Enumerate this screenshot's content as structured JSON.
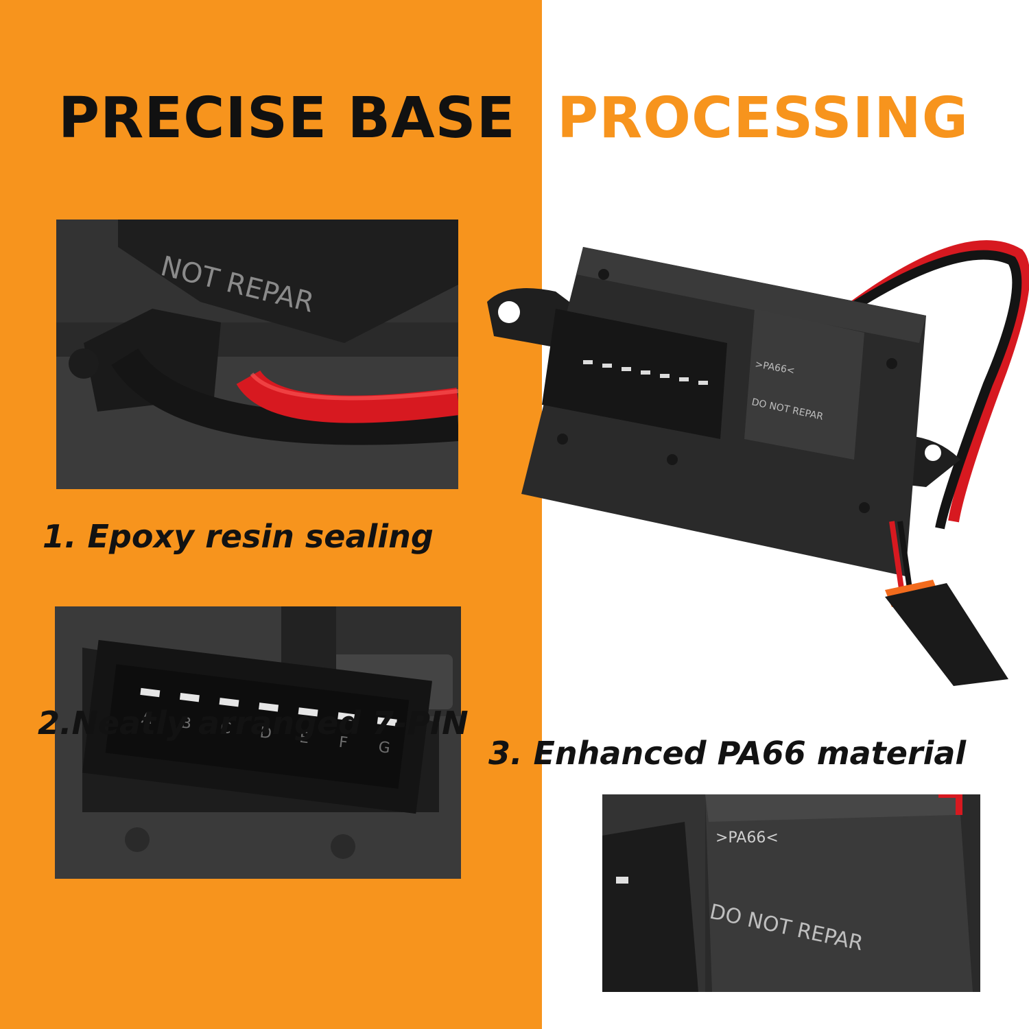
{
  "headline": {
    "part1": "PRECISE BASE",
    "part2": "PROCESSING",
    "color_dark": "#111111",
    "color_orange": "#f7941d"
  },
  "captions": {
    "epoxy": "1. Epoxy resin sealing",
    "pins": "2.Neatly arranged 7-PIN",
    "material": "3. Enhanced PA66 material"
  },
  "product_markings": {
    "pa66": ">PA66<",
    "do_not_repair": "DO NOT REPAR",
    "partial_repair": "NOT REPAR"
  },
  "pin_letters": [
    "A",
    "B",
    "C",
    "D",
    "E",
    "F",
    "G"
  ],
  "icons": {
    "epoxy_photo": "epoxy-sealing-closeup-photo",
    "pins_photo": "seven-pin-connector-closeup-photo",
    "material_photo": "pa66-housing-closeup-photo",
    "product": "blower-motor-resistor-product-photo"
  },
  "colors": {
    "orange_panel": "#f7941d",
    "white_panel": "#ffffff",
    "housing_black": "#262626",
    "wire_red": "#d71920"
  }
}
